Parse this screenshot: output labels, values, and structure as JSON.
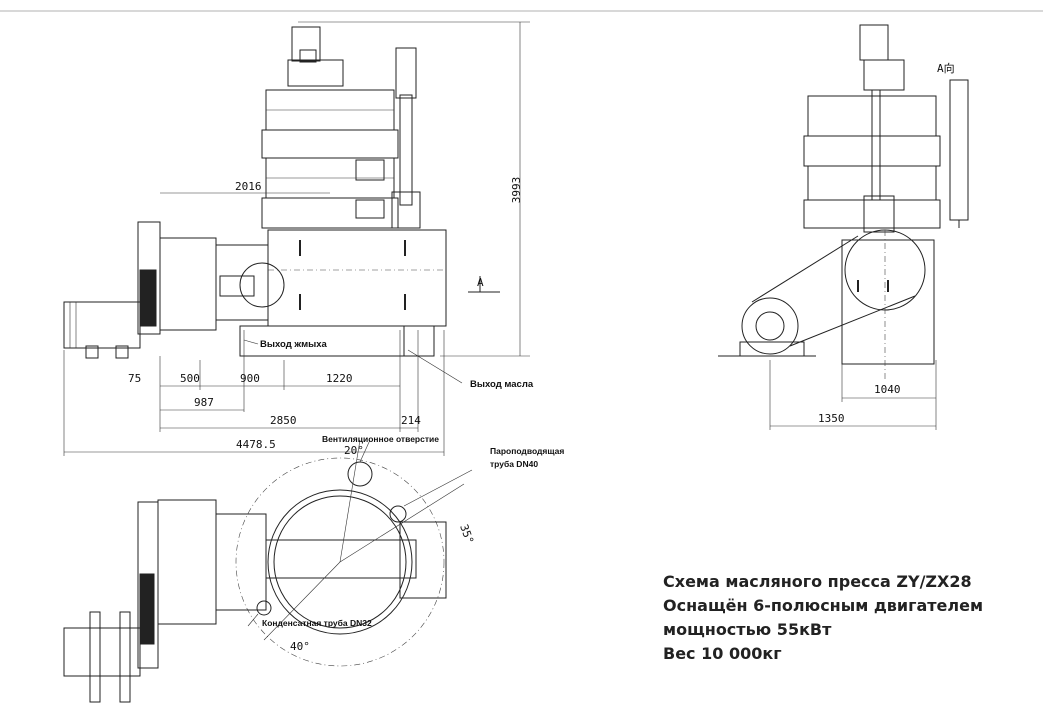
{
  "caption": {
    "line1": "Схема масляного пресса ZY/ZX28",
    "line2": "Оснащён 6-полюсным двигателем",
    "line3": "мощностью 55кВт",
    "line4": "Вес 10 000кг"
  },
  "front_view": {
    "dim_height": "3993",
    "dim_2016": "2016",
    "dim_75": "75",
    "dim_500": "500",
    "dim_900": "900",
    "dim_1220": "1220",
    "dim_987": "987",
    "dim_2850": "2850",
    "dim_214": "214",
    "dim_total": "4478.5",
    "label_cake_outlet": "Выход жмыха",
    "label_oil_outlet": "Выход масла",
    "section_marker": "A"
  },
  "side_view": {
    "view_label": "A向",
    "dim_1040": "1040",
    "dim_1350": "1350"
  },
  "top_view": {
    "label_vent": "Вентиляционное отверстие",
    "label_steam_pipe_1": "Пароподводящая",
    "label_steam_pipe_2": "труба DN40",
    "label_condensate": "Конденсатная труба DN32",
    "angle_20": "20°",
    "angle_35": "35°",
    "angle_40": "40°"
  }
}
